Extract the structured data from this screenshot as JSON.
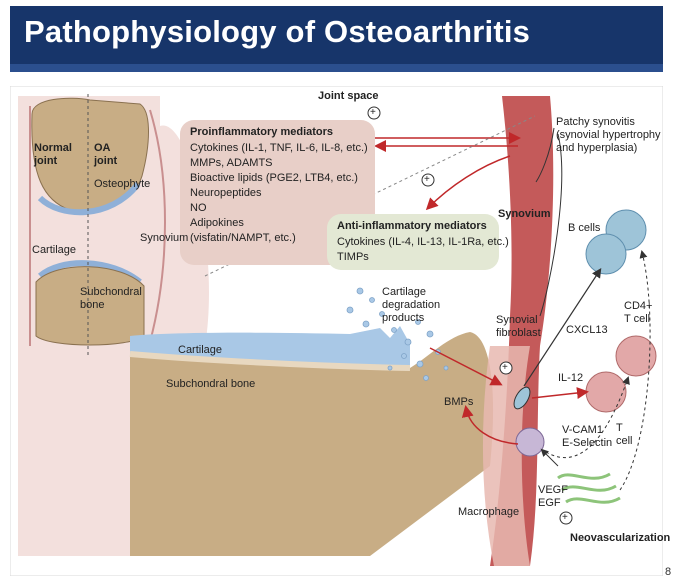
{
  "title": "Pathophysiology of Osteoarthritis",
  "page_number": "8",
  "colors": {
    "title_bg": "#17356a",
    "bone": "#c8ad85",
    "synovium": "#c45a5a",
    "pro_box": "#e8cfc8",
    "anti_box": "#e3e8d4",
    "arrow_red": "#c0282a",
    "cell_blue": "#9ec4d8",
    "cell_pink": "#e2a8a8"
  },
  "labels": {
    "joint_space": "Joint space",
    "normal_joint": "Normal\njoint",
    "oa_joint": "OA\njoint",
    "osteophyte": "Osteophyte",
    "synovium_small": "Synovium",
    "cartilage_small": "Cartilage",
    "subchondral_small": "Subchondral\nbone",
    "cartilage": "Cartilage",
    "subchondral_bone": "Subchondral bone",
    "patchy_synovitis": "Patchy synovitis\n(synovial hypertrophy\nand hyperplasia)",
    "synovium": "Synovium",
    "b_cells": "B cells",
    "cxcl13": "CXCL13",
    "cd4_tcell": "CD4+\nT cell",
    "il12": "IL-12",
    "t_cell": "T\ncell",
    "synovial_fibroblast": "Synovial\nfibroblast",
    "cartilage_degradation": "Cartilage\ndegradation\nproducts",
    "bmps": "BMPs",
    "macrophage": "Macrophage",
    "vcam": "V-CAM1\nE-Selectin",
    "vegf": "VEGF\nEGF",
    "neovascularization": "Neovascularization"
  },
  "pro_mediators": {
    "heading": "Proinflammatory mediators",
    "lines": [
      "Cytokines (IL-1, TNF, IL-6, IL-8, etc.)",
      "MMPs, ADAMTS",
      "Bioactive lipids (PGE2, LTB4, etc.)",
      "Neuropeptides",
      "NO",
      "Adipokines",
      "(visfatin/NAMPT, etc.)"
    ]
  },
  "anti_mediators": {
    "heading": "Anti-inflammatory mediators",
    "lines": [
      "Cytokines (IL-4, IL-13, IL-1Ra, etc.)",
      "TIMPs"
    ]
  },
  "symbols": {
    "plus": "+"
  }
}
